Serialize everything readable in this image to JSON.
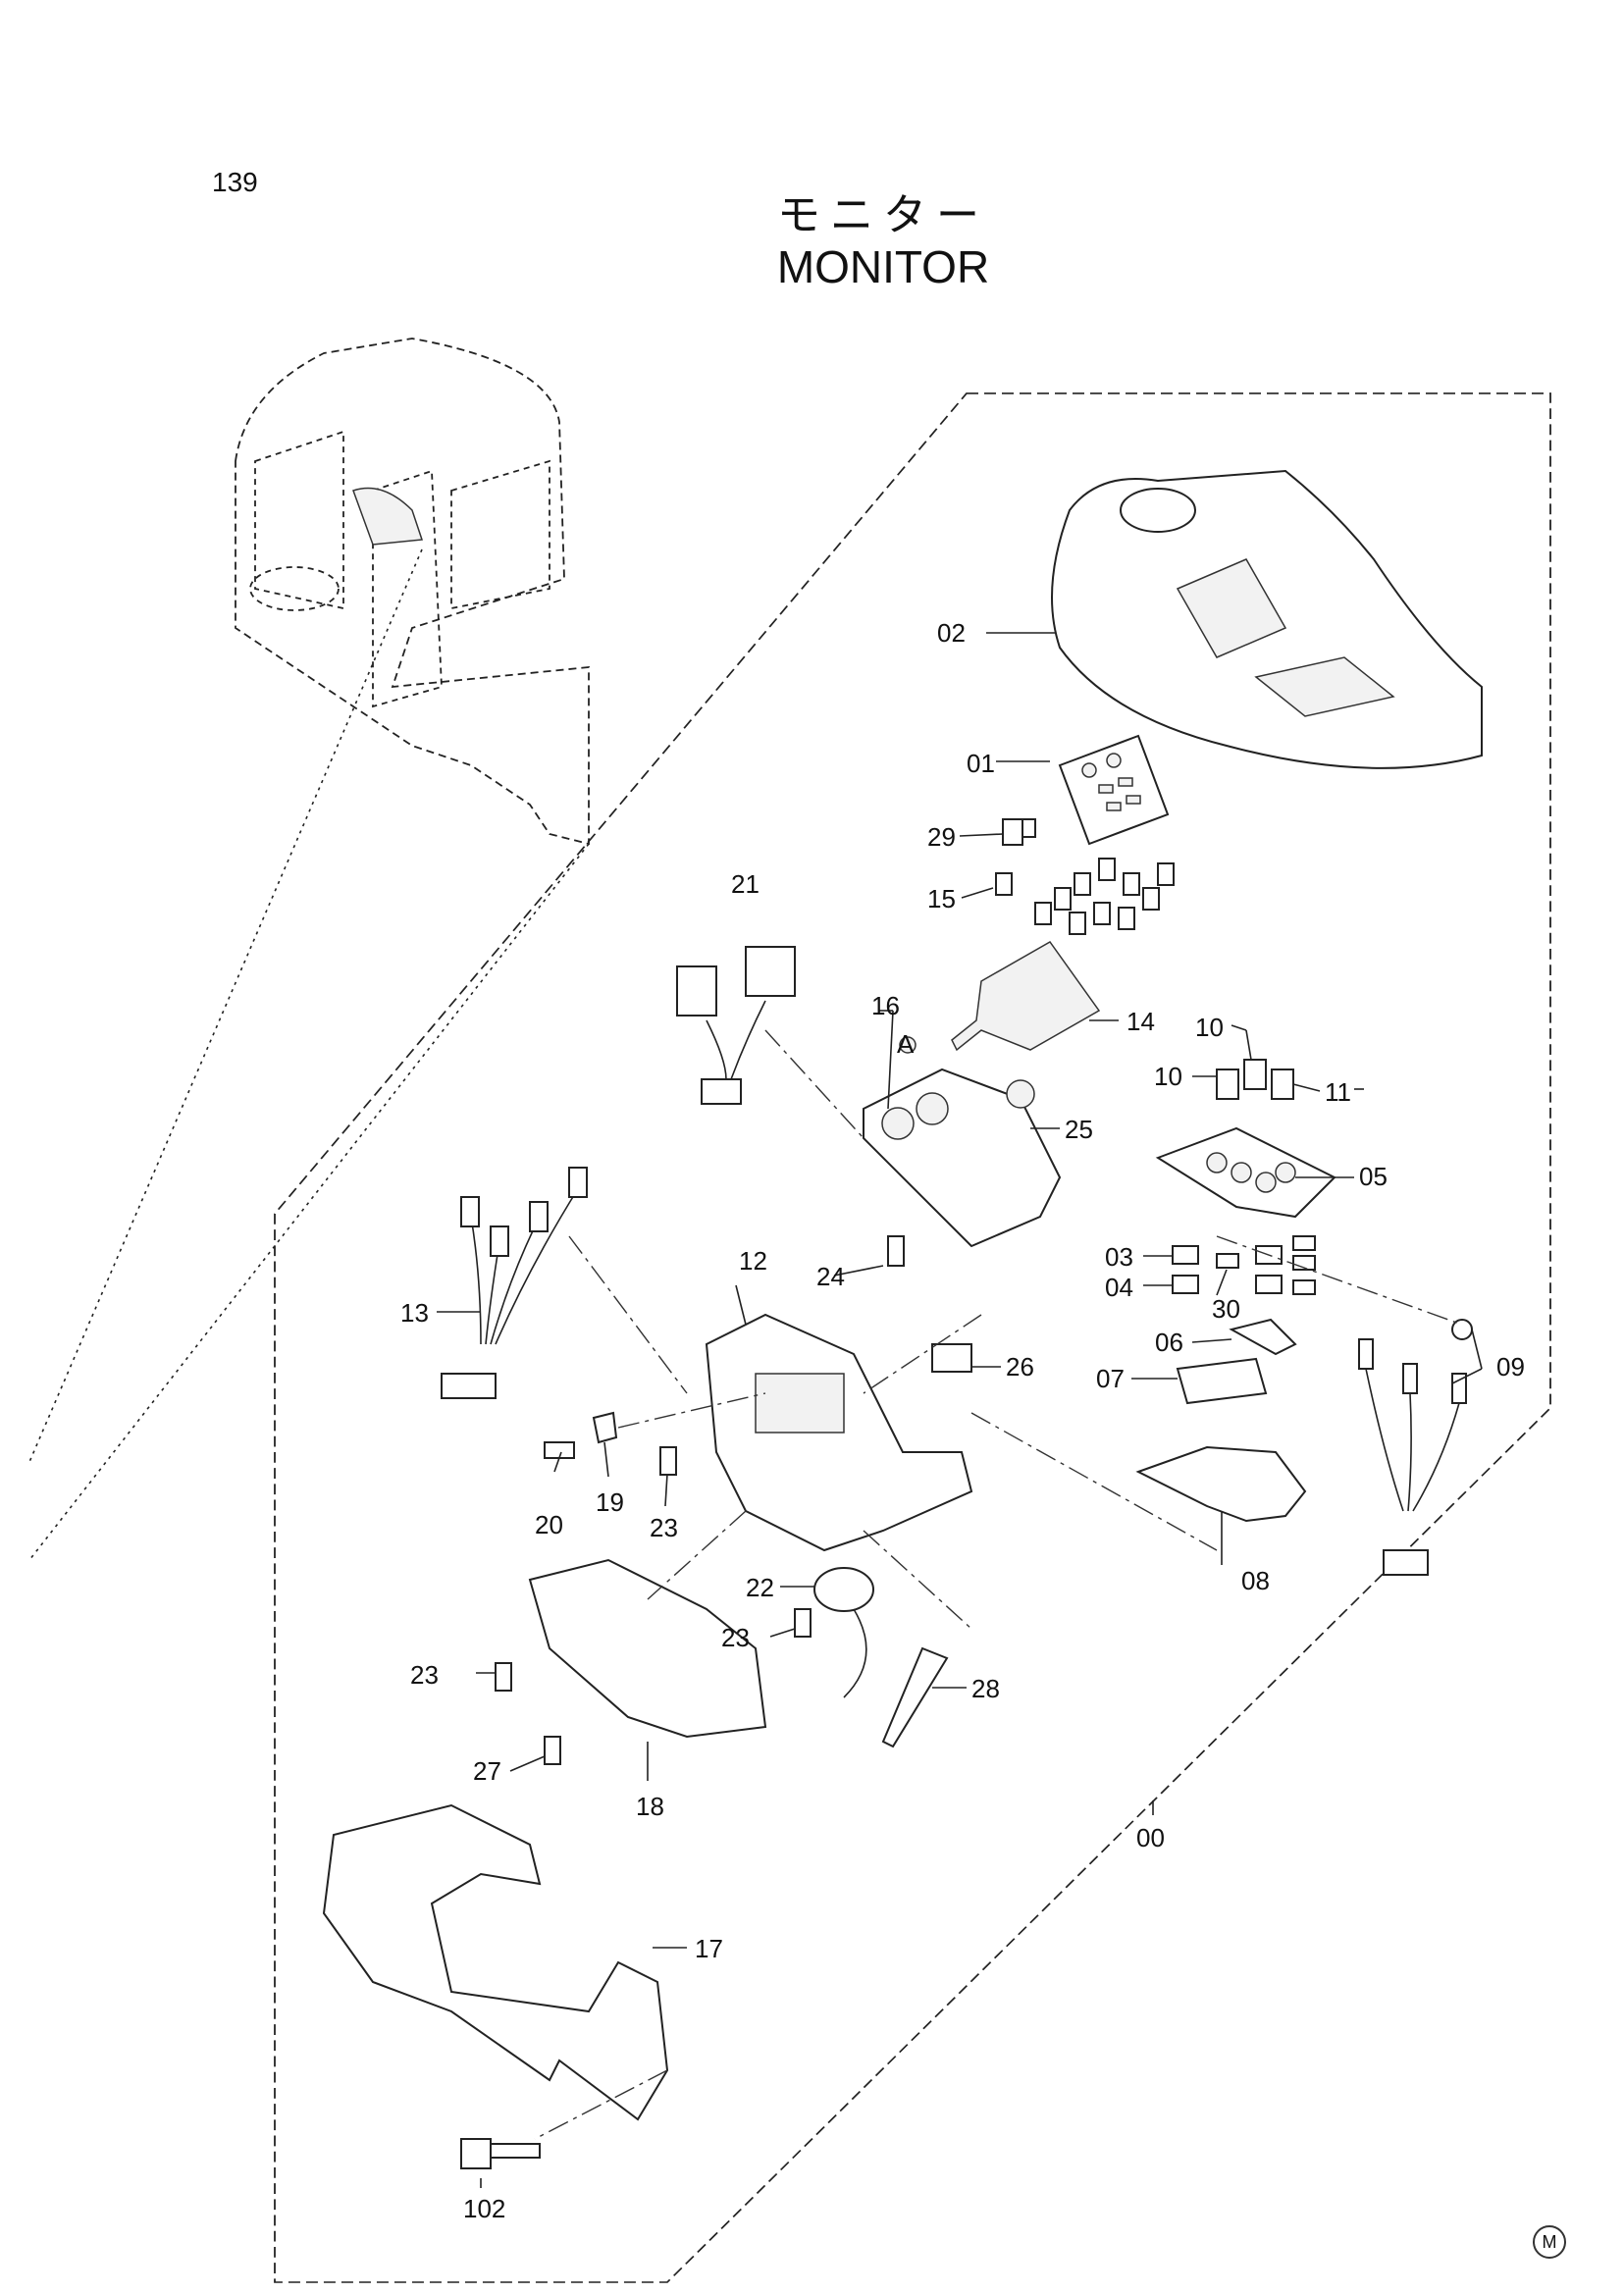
{
  "page_number": "139",
  "title_jp": "モニター",
  "title_en": "MONITOR",
  "corner_mark": "M",
  "callouts": [
    {
      "id": "c00",
      "text": "00"
    },
    {
      "id": "c01",
      "text": "01"
    },
    {
      "id": "c02",
      "text": "02"
    },
    {
      "id": "c03",
      "text": "03"
    },
    {
      "id": "c04",
      "text": "04"
    },
    {
      "id": "c05",
      "text": "05"
    },
    {
      "id": "c06",
      "text": "06"
    },
    {
      "id": "c07",
      "text": "07"
    },
    {
      "id": "c08",
      "text": "08"
    },
    {
      "id": "c09",
      "text": "09"
    },
    {
      "id": "c10a",
      "text": "10"
    },
    {
      "id": "c10b",
      "text": "10"
    },
    {
      "id": "c11",
      "text": "11"
    },
    {
      "id": "c12",
      "text": "12"
    },
    {
      "id": "c13",
      "text": "13"
    },
    {
      "id": "c14",
      "text": "14"
    },
    {
      "id": "c15",
      "text": "15"
    },
    {
      "id": "c16",
      "text": "16"
    },
    {
      "id": "cA",
      "text": "A"
    },
    {
      "id": "c17",
      "text": "17"
    },
    {
      "id": "c18",
      "text": "18"
    },
    {
      "id": "c19",
      "text": "19"
    },
    {
      "id": "c20",
      "text": "20"
    },
    {
      "id": "c21",
      "text": "21"
    },
    {
      "id": "c22",
      "text": "22"
    },
    {
      "id": "c23a",
      "text": "23"
    },
    {
      "id": "c23b",
      "text": "23"
    },
    {
      "id": "c23c",
      "text": "23"
    },
    {
      "id": "c24",
      "text": "24"
    },
    {
      "id": "c25",
      "text": "25"
    },
    {
      "id": "c26",
      "text": "26"
    },
    {
      "id": "c27",
      "text": "27"
    },
    {
      "id": "c28",
      "text": "28"
    },
    {
      "id": "c29",
      "text": "29"
    },
    {
      "id": "c30",
      "text": "30"
    },
    {
      "id": "c102",
      "text": "102"
    }
  ]
}
